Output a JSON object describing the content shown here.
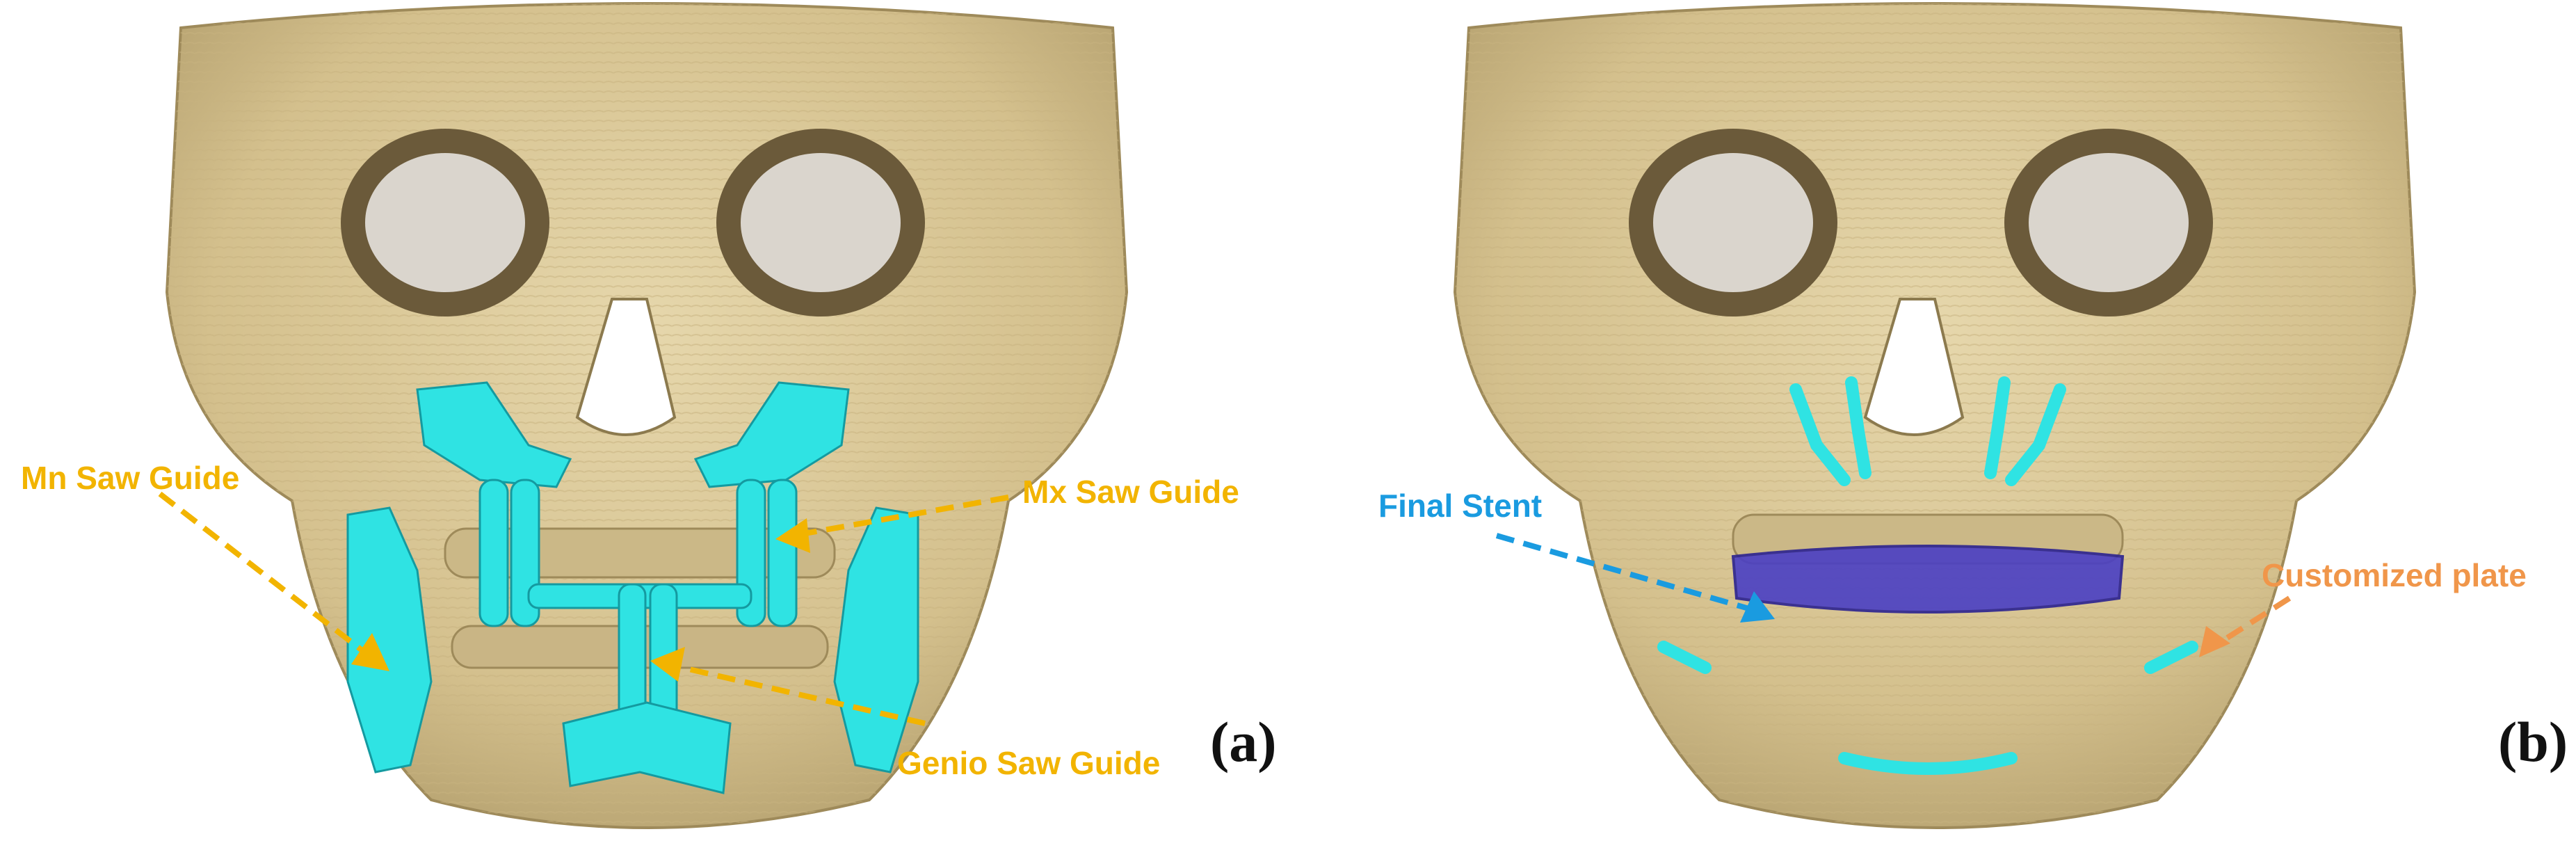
{
  "figure": {
    "panels": [
      {
        "tag": "(a)",
        "labels": {
          "mn": "Mn Saw Guide",
          "mx": "Mx Saw Guide",
          "genio": "Genio Saw Guide"
        }
      },
      {
        "tag": "(b)",
        "labels": {
          "stent": "Final Stent",
          "plate": "Customized plate"
        }
      }
    ],
    "colors": {
      "bone": "#dccb9c",
      "bone_shadow": "#b9a675",
      "guide": "#2fe3e3",
      "stent": "#4a3fc4",
      "label_yellow": "#f2b400",
      "label_blue": "#1a9be0",
      "label_orange": "#f0964a"
    }
  }
}
